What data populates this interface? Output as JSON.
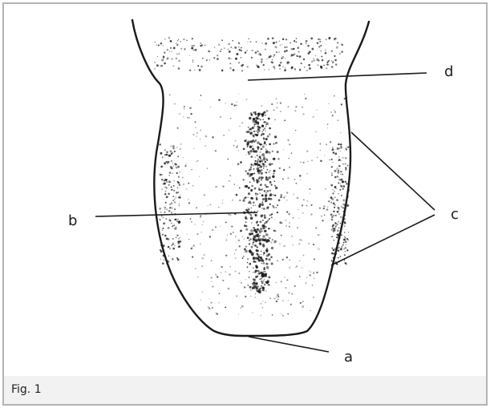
{
  "figure": {
    "caption": "Fig. 1",
    "labels": {
      "a": "a",
      "b": "b",
      "c": "c",
      "d": "d"
    }
  },
  "colors": {
    "ink": "#1a1a1a",
    "frame_border": "#b3b3b3",
    "caption_background": "#f2f2f2"
  }
}
